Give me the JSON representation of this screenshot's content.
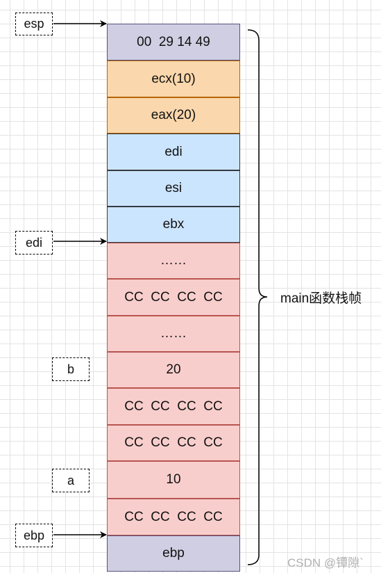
{
  "stack": {
    "cells": [
      {
        "text": "00  29 14 49",
        "color": "purple"
      },
      {
        "text": "ecx(10)",
        "color": "orange"
      },
      {
        "text": "eax(20)",
        "color": "orange"
      },
      {
        "text": "edi",
        "color": "blue"
      },
      {
        "text": "esi",
        "color": "blue"
      },
      {
        "text": "ebx",
        "color": "blue"
      },
      {
        "text": "……",
        "color": "red"
      },
      {
        "text": "CC  CC  CC  CC",
        "color": "red"
      },
      {
        "text": "……",
        "color": "red"
      },
      {
        "text": "20",
        "color": "red"
      },
      {
        "text": "CC  CC  CC  CC",
        "color": "red"
      },
      {
        "text": "CC  CC  CC  CC",
        "color": "red"
      },
      {
        "text": "10",
        "color": "red"
      },
      {
        "text": "CC  CC  CC  CC",
        "color": "red"
      },
      {
        "text": "ebp",
        "color": "purple"
      }
    ]
  },
  "pointers": {
    "esp": "esp",
    "edi": "edi",
    "b": "b",
    "a": "a",
    "ebp": "ebp"
  },
  "brace_label": "main函数栈帧",
  "watermark": "CSDN @镡隙`",
  "colors": {
    "purple_fill": "#d0cee2",
    "orange_fill": "#fad7ac",
    "blue_fill": "#cce5ff",
    "red_fill": "#f8cecc"
  }
}
